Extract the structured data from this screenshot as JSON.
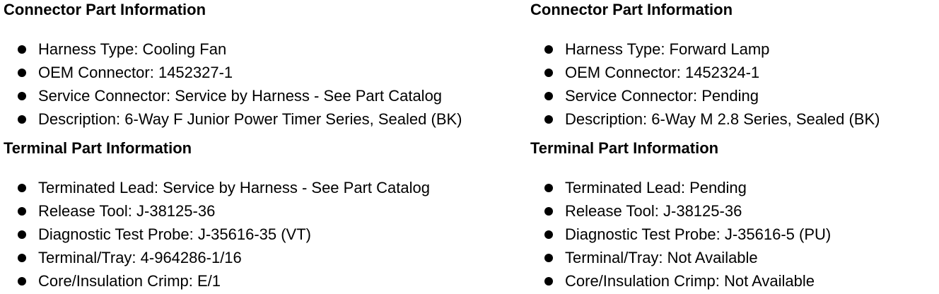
{
  "left": {
    "connector_title": "Connector Part Information",
    "connector_items": [
      "Harness Type: Cooling Fan",
      "OEM Connector: 1452327-1",
      "Service Connector: Service by Harness - See Part Catalog",
      "Description: 6-Way F Junior Power Timer Series, Sealed (BK)"
    ],
    "terminal_title": "Terminal Part Information",
    "terminal_items": [
      "Terminated Lead: Service by Harness - See Part Catalog",
      "Release Tool: J-38125-36",
      "Diagnostic Test Probe: J-35616-35 (VT)",
      "Terminal/Tray: 4-964286-1/16",
      "Core/Insulation Crimp: E/1"
    ]
  },
  "right": {
    "connector_title": "Connector Part Information",
    "connector_items": [
      "Harness Type: Forward Lamp",
      "OEM Connector: 1452324-1",
      "Service Connector: Pending",
      "Description: 6-Way M 2.8 Series, Sealed (BK)"
    ],
    "terminal_title": "Terminal Part Information",
    "terminal_items": [
      "Terminated Lead: Pending",
      "Release Tool: J-38125-36",
      "Diagnostic Test Probe: J-35616-5 (PU)",
      "Terminal/Tray: Not Available",
      "Core/Insulation Crimp: Not Available"
    ]
  }
}
